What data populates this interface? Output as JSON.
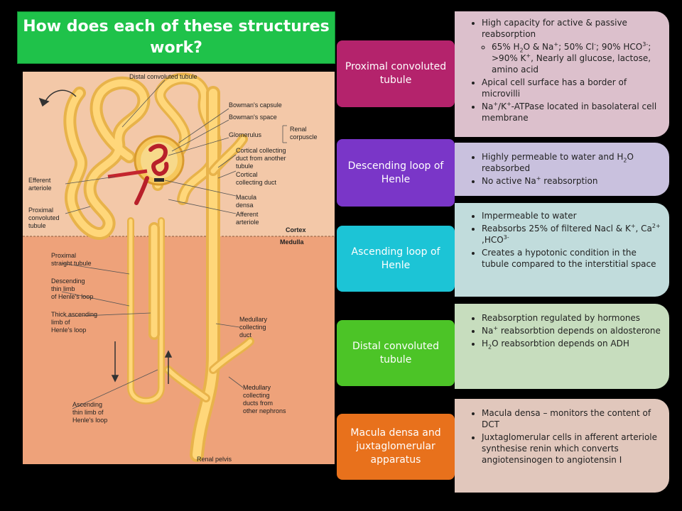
{
  "title": "How does each of these structures work?",
  "diagram": {
    "labels": {
      "distal_convoluted_tubule": "Distal convoluted tubule",
      "bowmans_capsule": "Bowman's capsule",
      "bowmans_space": "Bowman's space",
      "renal": "Renal",
      "corpuscle": "corpuscle",
      "glomerulus": "Glomerulus",
      "cortical_cd_another_1": "Cortical collecting",
      "cortical_cd_another_2": "duct from another",
      "cortical_cd_another_3": "tubule",
      "efferent_1": "Efferent",
      "efferent_2": "arteriole",
      "cortical_cd_1": "Cortical",
      "cortical_cd_2": "collecting duct",
      "macula_1": "Macula",
      "macula_2": "densa",
      "afferent_1": "Afferent",
      "afferent_2": "arteriole",
      "proximal_conv_1": "Proximal",
      "proximal_conv_2": "convoluted",
      "proximal_conv_3": "tubule",
      "cortex": "Cortex",
      "medulla": "Medulla",
      "prox_straight_1": "Proximal",
      "prox_straight_2": "straight tubule",
      "desc_thin_1": "Descending",
      "desc_thin_2": "thin limb",
      "desc_thin_3": "of Henle's loop",
      "thick_asc_1": "Thick ascending",
      "thick_asc_2": "limb of",
      "thick_asc_3": "Henle's loop",
      "medullary_cd_1": "Medullary",
      "medullary_cd_2": "collecting",
      "medullary_cd_3": "duct",
      "asc_thin_1": "Ascending",
      "asc_thin_2": "thin limb of",
      "asc_thin_3": "Henle's loop",
      "medullary_other_1": "Medullary",
      "medullary_other_2": "collecting",
      "medullary_other_3": "ducts from",
      "medullary_other_4": "other nephrons",
      "renal_pelvis": "Renal pelvis"
    }
  },
  "sections": [
    {
      "tab": "Proximal convoluted tubule",
      "color": "#b4236c",
      "card_color": "#dcc0cc",
      "bullets": {
        "b1": "High capacity for active & passive reabsorption",
        "s1a": "65% H",
        "s1b": "2",
        "s1c": "O & Na",
        "s1d": "+",
        "s1e": "; 50% Cl",
        "s1f": "-",
        "s1g": "; 90% HCO",
        "s1h": "3-",
        "s1i": "; >90% K",
        "s1j": "+",
        "s1k": ", Nearly all glucose, lactose, amino acid",
        "b2": "Apical cell surface has a border of microvilli",
        "b3a": "Na",
        "b3b": "+",
        "b3c": "/K",
        "b3d": "+",
        "b3e": "-ATPase located in basolateral cell membrane"
      }
    },
    {
      "tab": "Descending loop of Henle",
      "color": "#7a36c8",
      "card_color": "#c9c1de",
      "bullets": {
        "b1a": "Highly permeable to water and H",
        "b1b": "2",
        "b1c": "O reabsorbed",
        "b2a": "No active Na",
        "b2b": "+",
        "b2c": " reabsorption"
      }
    },
    {
      "tab": "Ascending loop of Henle",
      "color": "#1cc4d6",
      "card_color": "#c1dcdc",
      "bullets": {
        "b1": "Impermeable to water",
        "b2a": "Reabsorbs 25% of filtered Nacl & K",
        "b2b": "+",
        "b2c": ", Ca",
        "b2d": "2+",
        "b2e": " ,HCO",
        "b2f": "3-",
        "b3": "Creates a hypotonic condition in the tubule compared to the interstitial space"
      }
    },
    {
      "tab": "Distal convoluted tubule",
      "color": "#4cc427",
      "card_color": "#c7ddbe",
      "bullets": {
        "b1": "Reabsorption regulated by hormones",
        "b2a": "Na",
        "b2b": "+",
        "b2c": " reabsorbtion depends on aldosterone",
        "b3a": "H",
        "b3b": "2",
        "b3c": "O reabsorbtion depends on ADH"
      }
    },
    {
      "tab": "Macula densa and juxtaglomerular apparatus",
      "color": "#e8711c",
      "card_color": "#e1c7bc",
      "bullets": {
        "b1": "Macula densa – monitors the content of DCT",
        "b2": "Juxtaglomerular cells in afferent arteriole synthesise renin which converts angiotensinogen to angiotensin I"
      }
    }
  ]
}
